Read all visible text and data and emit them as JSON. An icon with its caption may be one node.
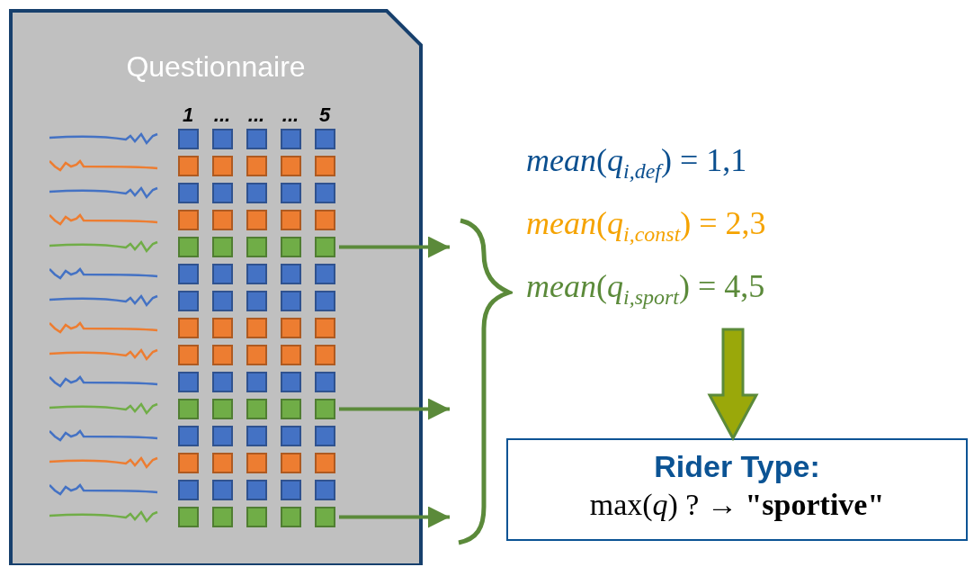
{
  "diagram": {
    "nodes": [
      {
        "text": [
          "Questionnaire"
        ]
      },
      {
        "text": [],
        "shape": "bar",
        "in": 0
      },
      {
        "text": [],
        "shape": "bar",
        "in": 0
      },
      {
        "text": [],
        "shape": "bar",
        "in": 0
      },
      {
        "text": [],
        "shape": "brace"
      },
      {
        "text": [
          "*mean*(*q*$_{i,def}$) = 1,1",
          "*mean*(*q*$_{i,const}$) = 2,3",
          "*mean*(*q*$_{i,sport}$) = 4,5"
        ]
      },
      {
        "text": [
          "Rider Type:",
          "max(*q*) ? → **\"sportive\"**"
        ]
      }
    ],
    "edges": [
      {
        "from": 1,
        "to": 4,
        "arrow": "to"
      },
      {
        "from": 2,
        "to": 4,
        "arrow": "to"
      },
      {
        "from": 3,
        "to": 4,
        "arrow": "to"
      },
      {
        "from": 5,
        "to": 6,
        "arrow": "to",
        "style": "thick",
        "color": "#9aa80a"
      }
    ],
    "labels": [
      "1",
      "...",
      "...",
      "...",
      "5"
    ]
  }
}
